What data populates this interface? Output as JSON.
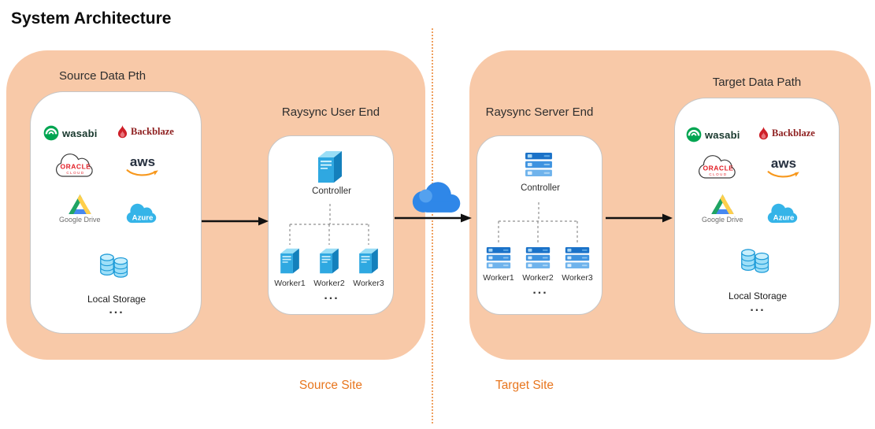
{
  "title": "System Architecture",
  "providers": {
    "wasabi": "wasabi",
    "backblaze": "Backblaze",
    "oracle_line1": "ORACLE",
    "oracle_line2": "CLOUD",
    "aws": "aws",
    "google_drive": "Google Drive",
    "azure": "Azure",
    "local_storage": "Local Storage",
    "ellipsis": "..."
  },
  "source": {
    "data_path_title": "Source Data Pth",
    "cluster_title": "Raysync User End",
    "controller_label": "Controller",
    "workers": [
      "Worker1",
      "Worker2",
      "Worker3"
    ],
    "ellipsis": "...",
    "site_label": "Source Site"
  },
  "target": {
    "cluster_title": "Raysync Server End",
    "data_path_title": "Target Data Path",
    "controller_label": "Controller",
    "workers": [
      "Worker1",
      "Worker2",
      "Worker3"
    ],
    "ellipsis": "...",
    "site_label": "Target Site"
  },
  "icons": {
    "transfer_cloud": "cloud-icon",
    "controller_user_end": "tower-server-icon",
    "controller_server_end": "rack-server-icon",
    "local_storage": "database-cylinders-icon"
  },
  "colors": {
    "panel_peach": "#F8C9A8",
    "site_label_orange": "#E8761E",
    "divider_orange": "#EFA05F",
    "server_blue": "#2FA8E1",
    "rack_blue": "#3E93E0",
    "cloud_blue": "#2F87E8",
    "arrow_black": "#111111"
  }
}
